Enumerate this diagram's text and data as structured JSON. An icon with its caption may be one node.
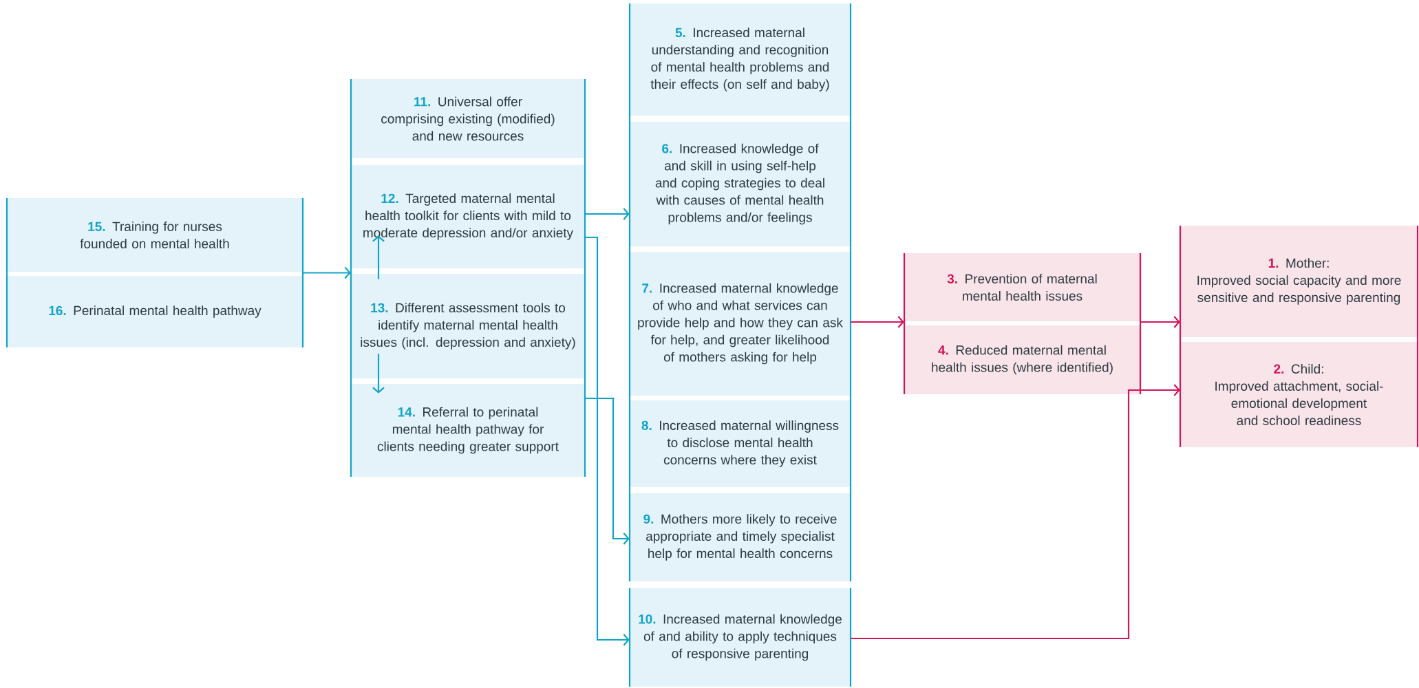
{
  "diagram": {
    "nodes": [
      {
        "text": [],
        "shape": "box"
      },
      {
        "text": [
          "15.",
          "Training for nurses founded on mental health"
        ],
        "in": 0
      },
      {
        "text": [
          "16.",
          "Perinatal mental health pathway"
        ],
        "in": 0
      },
      {
        "text": [],
        "shape": "box"
      },
      {
        "text": [
          "11.",
          "Universal offer comprising existing (modified) and new resources"
        ],
        "in": 3
      },
      {
        "text": [
          "12.",
          "Targeted maternal mental health toolkit for clients with mild to moderate depression and/or anxiety"
        ],
        "in": 3
      },
      {
        "text": [
          "13.",
          "Different assessment tools to identify maternal mental health issues (incl. depression and anxiety)"
        ],
        "in": 3
      },
      {
        "text": [
          "14.",
          "Referral to perinatal mental health pathway for clients needing greater support"
        ],
        "in": 3
      },
      {
        "text": [],
        "shape": "box"
      },
      {
        "text": [
          "5.",
          "Increased maternal understanding and recognition of mental health problems and their effects (on self and baby)"
        ],
        "in": 8
      },
      {
        "text": [
          "6.",
          "Increased knowledge of and skill in using self-help and coping strategies to deal with causes of mental health problems and/or feelings"
        ],
        "in": 8
      },
      {
        "text": [
          "7.",
          "Increased maternal knowledge of who and what services can provide help and how they can ask for help, and greater likelihood of mothers asking for help"
        ],
        "in": 8
      },
      {
        "text": [
          "8.",
          "Increased maternal willingness to disclose mental health concerns where they exist"
        ],
        "in": 8
      },
      {
        "text": [
          "9.",
          "Mothers more likely to receive appropriate and timely specialist help for mental health concerns"
        ],
        "in": 8
      },
      {
        "text": [
          "10.",
          "Increased maternal knowledge of and ability to apply techniques of responsive parenting"
        ]
      },
      {
        "text": [],
        "shape": "box"
      },
      {
        "text": [
          "3.",
          "Prevention of maternal mental health issues"
        ],
        "in": 15
      },
      {
        "text": [
          "4.",
          "Reduced maternal mental health issues (where identified)"
        ],
        "in": 15
      },
      {
        "text": [],
        "shape": "box"
      },
      {
        "text": [
          "1.",
          "Mother:",
          "Improved social capacity and more sensitive and responsive parenting"
        ],
        "in": 18
      },
      {
        "text": [
          "2.",
          "Child:",
          "Improved attachment, social-emotional development and school readiness"
        ],
        "in": 18
      }
    ],
    "edges": [
      {
        "from": 0,
        "to": 3,
        "arrow": "to"
      },
      {
        "from": 5,
        "to": 8,
        "arrow": "to"
      },
      {
        "from": 6,
        "to": 5,
        "arrow": "to"
      },
      {
        "from": 6,
        "to": 7,
        "arrow": "to"
      },
      {
        "from": 5,
        "to": 14,
        "arrow": "to"
      },
      {
        "from": 7,
        "to": 13,
        "arrow": "to"
      },
      {
        "from": 8,
        "to": 15,
        "arrow": "to",
        "color": "#d4145a"
      },
      {
        "from": 15,
        "to": 18,
        "arrow": "to",
        "color": "#d4145a"
      },
      {
        "from": 14,
        "to": 20,
        "arrow": "to",
        "color": "#d4145a"
      }
    ]
  }
}
